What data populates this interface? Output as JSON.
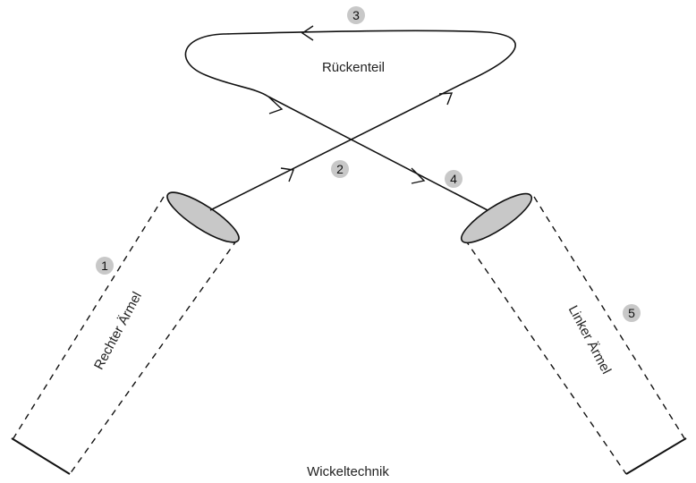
{
  "diagram": {
    "caption": "Wickeltechnik",
    "back_label": "Rückenteil",
    "right_sleeve_label": "Rechter Ärmel",
    "left_sleeve_label": "Linker Ärmel",
    "steps": [
      "1",
      "2",
      "3",
      "4",
      "5"
    ]
  },
  "colors": {
    "line": "#111111",
    "badge": "#c8c8c8",
    "cuff": "#c8c8c8"
  }
}
